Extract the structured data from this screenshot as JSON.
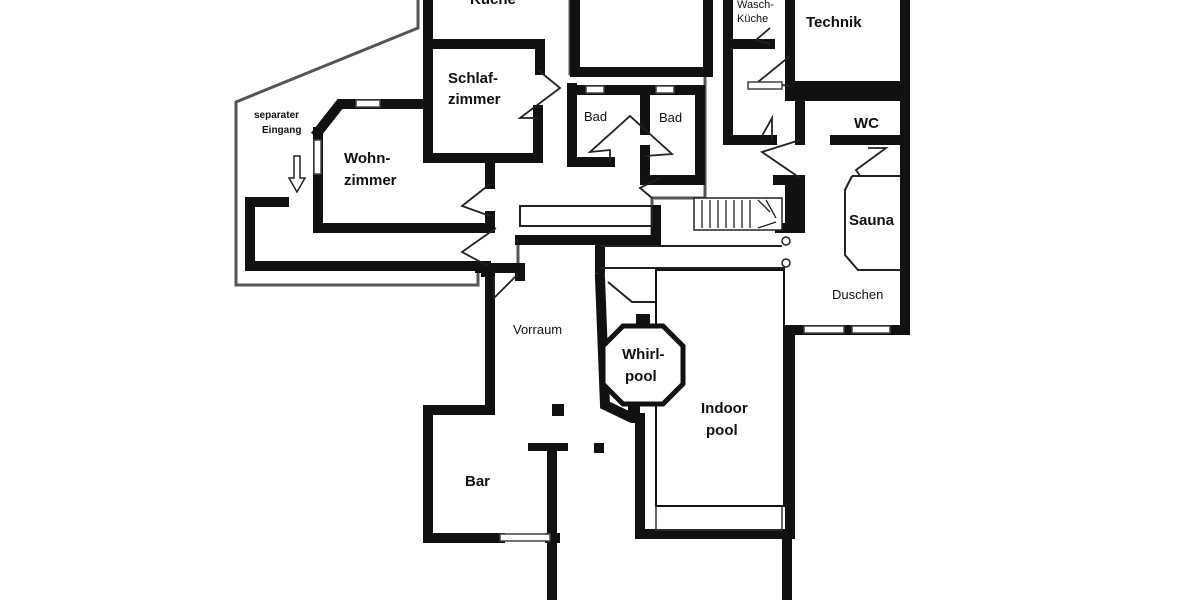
{
  "rooms": {
    "kueche": "Küche",
    "waschkueche": "Wasch-\nKüche",
    "technik": "Technik",
    "schlafzimmer_line1": "Schlaf-",
    "schlafzimmer_line2": "zimmer",
    "bad_left": "Bad",
    "bad_right": "Bad",
    "wc": "WC",
    "wohnzimmer_line1": "Wohn-",
    "wohnzimmer_line2": "zimmer",
    "separater_eingang_line1": "separater",
    "separater_eingang_line2": "Eingang",
    "sauna": "Sauna",
    "duschen": "Duschen",
    "vorraum": "Vorraum",
    "whirlpool_line1": "Whirl-",
    "whirlpool_line2": "pool",
    "indoor_pool_line1": "Indoor",
    "indoor_pool_line2": "pool",
    "bar": "Bar"
  },
  "icons": {
    "entrance_arrow": "down-arrow-icon"
  }
}
